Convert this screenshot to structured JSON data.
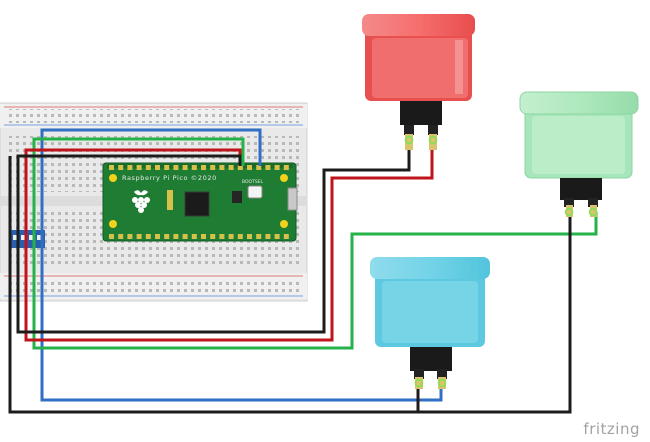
{
  "board": {
    "label": "Raspberry Pi Pico ©2020",
    "bootsel_label": "BOOTSEL"
  },
  "buttons": [
    {
      "color": "red",
      "fill": "#f05a5a"
    },
    {
      "color": "green",
      "fill": "#9fe3b3"
    },
    {
      "color": "blue",
      "fill": "#62cde3"
    }
  ],
  "wire_colors": {
    "black": "#1c1c1c",
    "red": "#c0141c",
    "green": "#25b249",
    "blue": "#2f6fc4"
  },
  "watermark": "fritzing"
}
